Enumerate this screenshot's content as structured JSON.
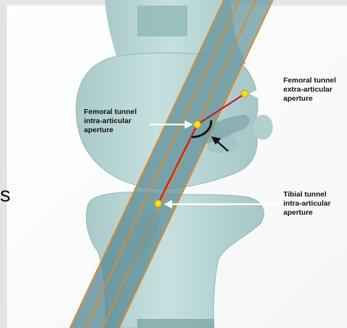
{
  "labels": {
    "femoral_intra": {
      "lines": [
        "Femoral tunnel",
        "intra-articular",
        "aperture"
      ]
    },
    "femoral_extra": {
      "lines": [
        "Femoral tunnel",
        "extra-articular",
        "aperture"
      ]
    },
    "tibial_intra": {
      "lines": [
        "Tibial tunnel",
        "intra-articular",
        "aperture"
      ]
    }
  },
  "edge_glyph": "s",
  "colors": {
    "background": "#ffffff",
    "bone": "#b9d6d6",
    "tunnel_band": "#5d8f9a",
    "tunnel_lines": "#e08a2a",
    "tunnel_path": "#c0282a",
    "aperture_marker": "#f5dd1c",
    "arrow": "#ffffff",
    "label_text": "#111111"
  },
  "icons": {
    "aperture_marker": "yellow-dot-icon",
    "pointer": "white-arrow-icon",
    "angle_indicator": "black-arrow-icon"
  }
}
